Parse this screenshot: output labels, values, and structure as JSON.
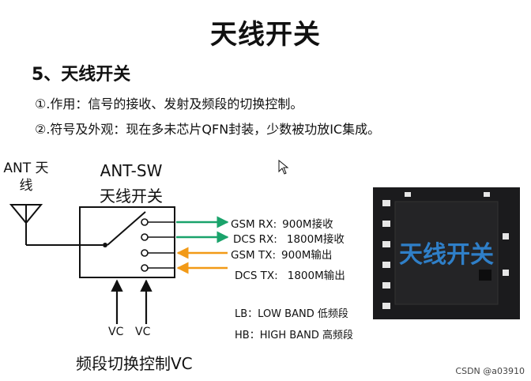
{
  "title": "天线开关",
  "section": "5、天线开关",
  "points": [
    "①.作用：信号的接收、发射及频段的切换控制。",
    "②.符号及外观：现在多未芯片QFN封装，少数被功放IC集成。"
  ],
  "diagram": {
    "antenna_label": "ANT 天线",
    "switch_name": "ANT-SW",
    "switch_cn": "天线开关",
    "ports": [
      {
        "label": "GSM RX:",
        "value": "900M接收",
        "direction": "out",
        "color": "#1aa36b"
      },
      {
        "label": "DCS RX:",
        "value": "1800M接收",
        "direction": "out",
        "color": "#1aa36b"
      },
      {
        "label": "GSM TX:",
        "value": "900M输出",
        "direction": "in",
        "color": "#f29a17"
      },
      {
        "label": "DCS TX:",
        "value": "1800M输出",
        "direction": "in",
        "color": "#f29a17"
      }
    ],
    "vc_labels": [
      "VC",
      "VC"
    ],
    "control_label": "频段切换控制VC",
    "bands": [
      "LB：LOW BAND 低频段",
      "HB：HIGH BAND 高频段"
    ]
  },
  "chip_photo": {
    "label": "天线开关",
    "label_color": "#2f7fc8"
  },
  "watermark": "CSDN @a03910"
}
